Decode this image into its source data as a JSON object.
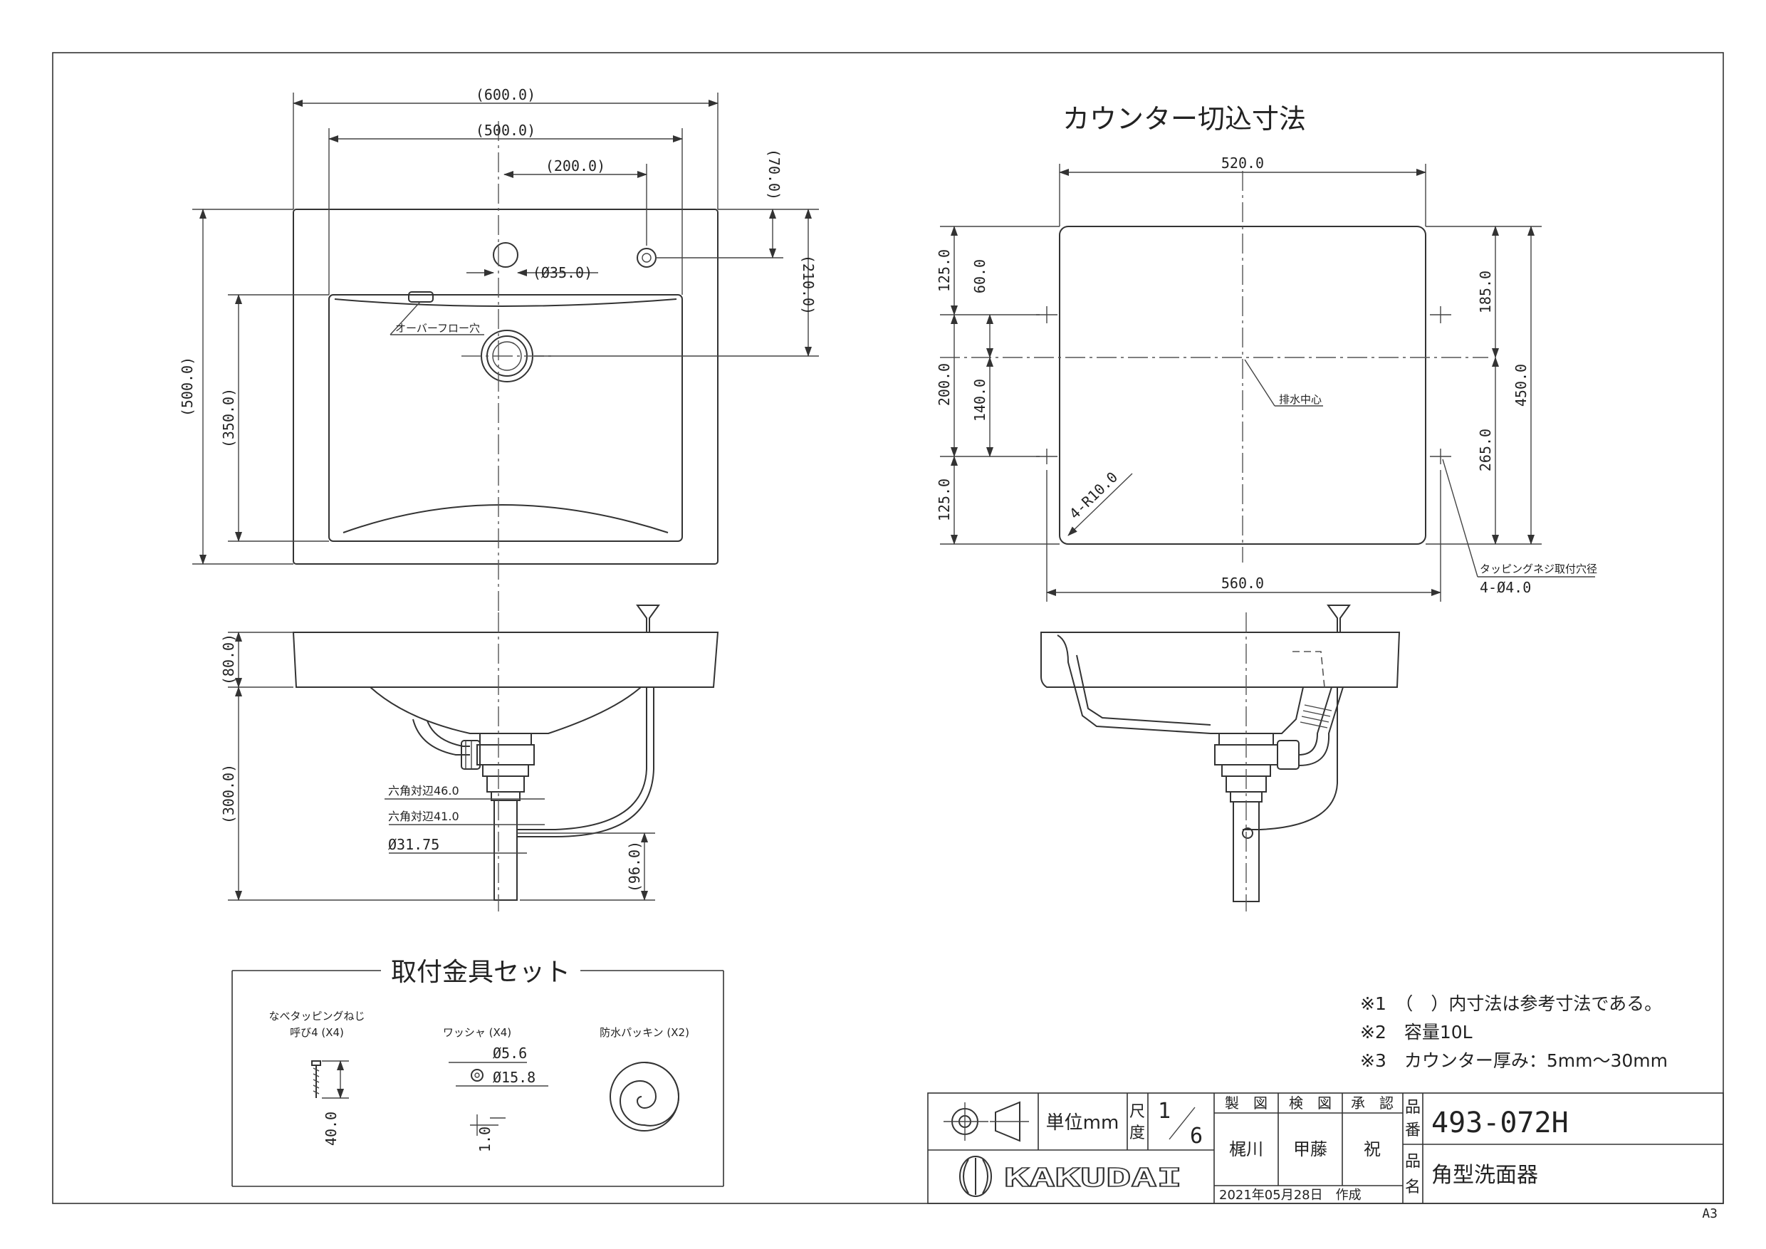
{
  "plan_view": {
    "dims": {
      "overall_width": "(600.0)",
      "bowl_width": "(500.0)",
      "hole_spacing": "(200.0)",
      "hole_dia": "(Ø35.0)",
      "top_to_hole": "(70.0)",
      "top_to_drain": "(210.0)",
      "overall_depth": "(500.0)",
      "bowl_depth": "(350.0)"
    },
    "overflow_label": "オーバーフロー穴"
  },
  "counter_cut": {
    "title": "カウンター切込寸法",
    "dims": {
      "width": "520.0",
      "bolt_span": "560.0",
      "left_top": "125.0",
      "left_mid": "200.0",
      "left_bottom": "125.0",
      "inner_top": "60.0",
      "inner_mid": "140.0",
      "right_top": "185.0",
      "right_bottom": "265.0",
      "right_total": "450.0",
      "corner": "4-R10.0"
    },
    "drain_center_label": "排水中心",
    "tap_hole_label": "タッピングネジ取付穴径",
    "tap_hole_value": "4-Ø4.0"
  },
  "side_view": {
    "dims": {
      "rim_height": "(80.0)",
      "bowl_height": "(300.0)",
      "trap_offset": "(96.0)",
      "hex1": "六角対辺46.0",
      "hex2": "六角対辺41.0",
      "pipe_dia": "Ø31.75"
    }
  },
  "hardware_set": {
    "title": "取付金具セット",
    "screw_label_1": "なべタッピングねじ",
    "screw_label_2": "呼び4 (X4)",
    "screw_len": "40.0",
    "washer_label": "ワッシャ (X4)",
    "washer_inner": "Ø5.6",
    "washer_outer": "Ø15.8",
    "washer_thick": "1.0",
    "packing_label": "防水パッキン (X2)"
  },
  "notes": [
    "※1　（　）内寸法は参考寸法である。",
    "※2　容量10L",
    "※3　カウンター厚み：5mm～30mm"
  ],
  "title_block": {
    "unit_label": "単位mm",
    "scale_label_1": "尺",
    "scale_label_2": "度",
    "scale_num": "1",
    "scale_den": "6",
    "made_label": "製　図",
    "check_label": "検　図",
    "approve_label": "承　認",
    "made_name": "梶川",
    "check_name": "甲藤",
    "approve_name": "祝",
    "part_no_label_1": "品",
    "part_no_label_2": "番",
    "part_no": "493-072H",
    "name_label_1": "品",
    "name_label_2": "名",
    "part_name": "角型洗面器",
    "date": "2021年05月28日　作成",
    "brand": "KAKUDAI"
  },
  "sheet_size": "A3"
}
